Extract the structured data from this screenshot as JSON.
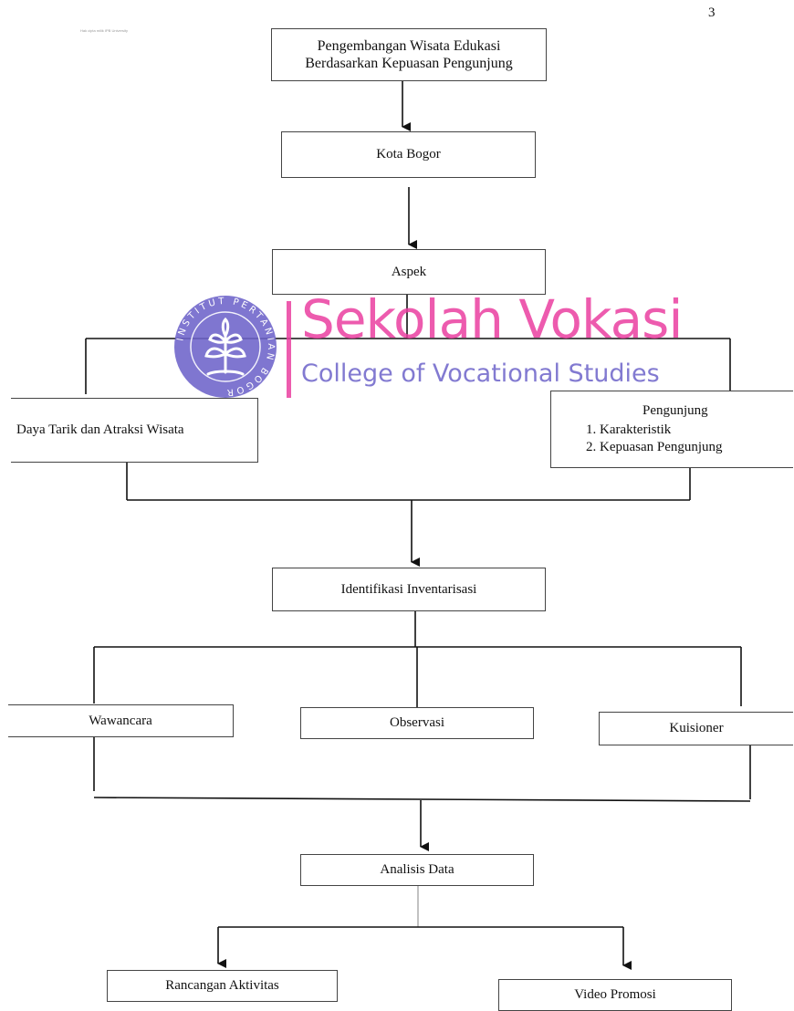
{
  "page_number": "3",
  "header_note": "Hak cipta milik IPB University",
  "nodes": {
    "pengembangan": [
      "Pengembangan Wisata Edukasi",
      "Berdasarkan Kepuasan Pengunjung"
    ],
    "kota": "Kota Bogor",
    "aspek": "Aspek",
    "daya_tarik": "Daya Tarik dan Atraksi Wisata",
    "pengunjung": {
      "title": "Pengunjung",
      "items": [
        "1.  Karakteristik",
        "2.  Kepuasan Pengunjung"
      ]
    },
    "identifikasi": "Identifikasi Inventarisasi",
    "wawancara": "Wawancara",
    "observasi": "Observasi",
    "kuisioner": "Kuisioner",
    "analisis": "Analisis Data",
    "rancangan": "Rancangan Aktivitas",
    "video": "Video Promosi"
  },
  "watermark": {
    "title": "Sekolah Vokasi",
    "subtitle": "College of Vocational Studies",
    "seal_text": "INSTITUT PERTANIAN BOGOR",
    "colors": {
      "title": "#ea3fa0",
      "subtitle": "#6d63c9",
      "seal": "#6d63c9"
    }
  }
}
